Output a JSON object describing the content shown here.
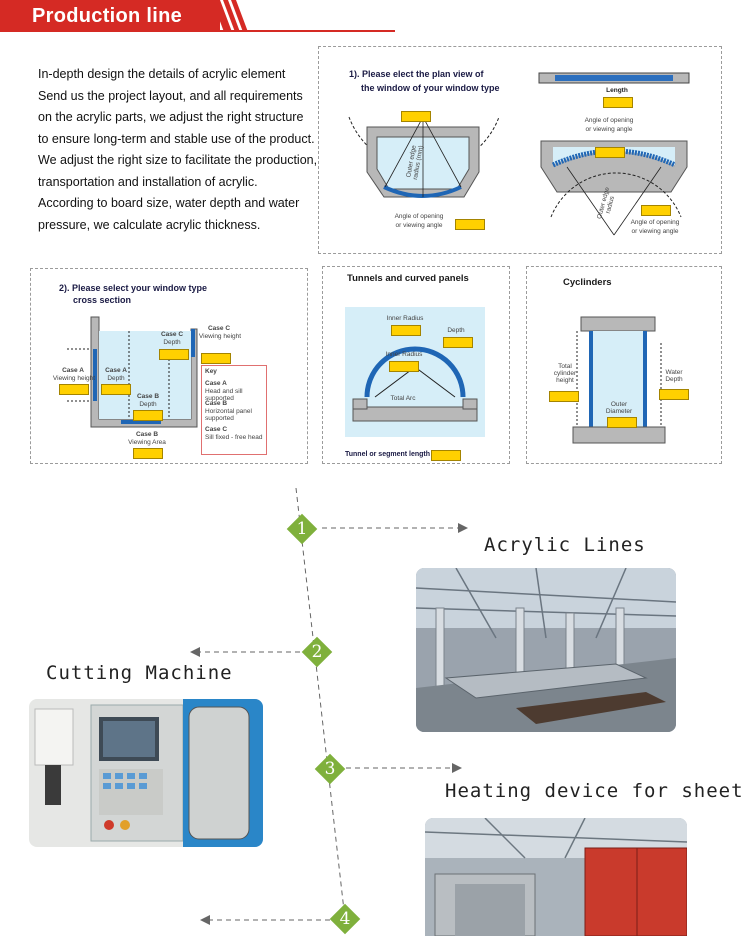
{
  "header": {
    "title": "Production line",
    "color": "#d52a24"
  },
  "intro": {
    "lines": [
      "In-depth design the details of acrylic element",
      "Send us the project layout, and all requirements",
      "on the acrylic parts, we adjust the right structure",
      "to ensure long-term and stable use of the product.",
      "We adjust the right size to facilitate the production,",
      "transportation and installation of acrylic.",
      "According to board size, water depth and water",
      "pressure, we calculate acrylic thickness."
    ]
  },
  "diagram_plan": {
    "title_line1": "1). Please  elect the plan view of",
    "title_line2": "the window of your window type",
    "length": "Length",
    "angle1": "Angle of opening",
    "angle2": "or viewing angle",
    "outer_edge": "Outer edge radius (mm)",
    "outer_edge2": "Outer edge radius"
  },
  "diagram_cross": {
    "title_line1": "2). Please select your window type",
    "title_line2": "cross section",
    "case_c": "Case C",
    "viewing_height": "Viewing height",
    "case_a": "Case A",
    "depth": "Depth",
    "case_b": "Case B",
    "viewing_area": "Viewing Area",
    "key": "Key",
    "key_a": "Case A",
    "key_a_desc": "Head and sill supported",
    "key_b": "Case B",
    "key_b_desc": "Horizontal panel supported",
    "key_c_desc": "Sill fixed - free head"
  },
  "diagram_tunnel": {
    "title": "Tunnels and curved panels",
    "inner_radius": "Inner Radius",
    "depth": "Depth",
    "total_arc": "Total Arc",
    "segment": "Tunnel or segment length"
  },
  "diagram_cyl": {
    "title": "Cyclinders",
    "total_height": "Total cylinder height",
    "water_depth": "Water Depth",
    "outer_diameter": "Outer Diameter"
  },
  "steps": [
    {
      "num": "1",
      "label": "Acrylic Lines"
    },
    {
      "num": "2",
      "label": "Cutting Machine"
    },
    {
      "num": "3",
      "label": "Heating device for sheet"
    },
    {
      "num": "4",
      "label": ""
    }
  ],
  "colors": {
    "step_diamond": "#7fb03c",
    "label_yellow": "#ffd000",
    "water": "#cfe8f5"
  }
}
